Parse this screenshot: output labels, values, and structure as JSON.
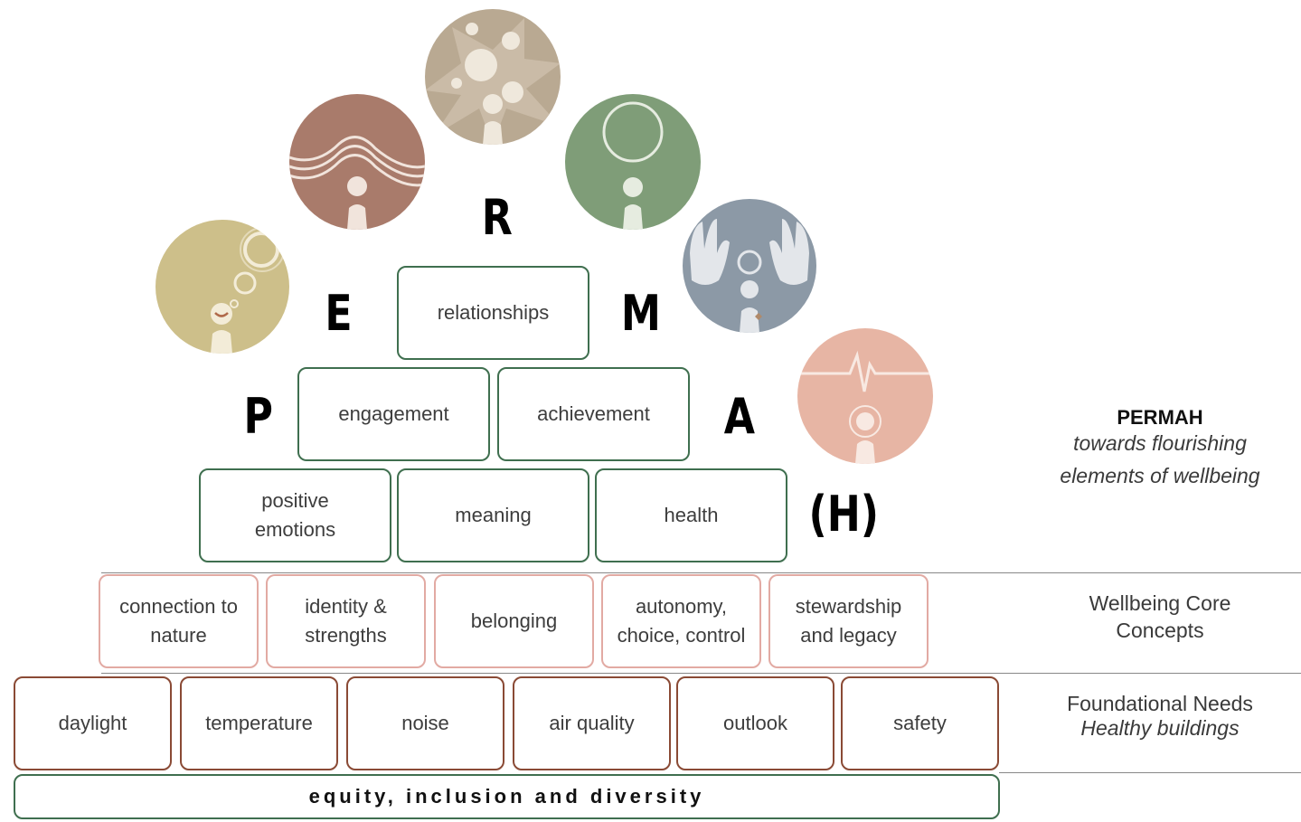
{
  "letters": {
    "p": "P",
    "e": "E",
    "r": "R",
    "m": "M",
    "a": "A",
    "h": "(H)"
  },
  "permah_boxes": {
    "relationships": "relationships",
    "engagement": "engagement",
    "achievement": "achievement",
    "positive_emotions": "positive emotions",
    "meaning": "meaning",
    "health": "health"
  },
  "core_concepts": [
    "connection to nature",
    "identity & strengths",
    "belonging",
    "autonomy, choice, control",
    "stewardship and legacy"
  ],
  "foundational_needs": [
    "daylight",
    "temperature",
    "noise",
    "air quality",
    "outlook",
    "safety"
  ],
  "base": "equity, inclusion and diversity",
  "side_labels": {
    "permah_title": "PERMAH",
    "permah_sub1": "towards flourishing",
    "permah_sub2": "elements of wellbeing",
    "core_line1": "Wellbeing Core",
    "core_line2": "Concepts",
    "found_line1": "Foundational Needs",
    "found_line2": "Healthy buildings"
  },
  "icons": {
    "p": "positive-emotions-icon",
    "e": "engagement-icon",
    "r": "relationships-icon",
    "m": "meaning-icon",
    "a": "achievement-icon",
    "h": "health-icon"
  },
  "colors": {
    "p": "#cdbf8a",
    "e": "#a97b6b",
    "r": "#b9a992",
    "m": "#7f9d78",
    "a": "#8c99a6",
    "h": "#e7b5a4",
    "permah_border": "#3f6f4f",
    "core_border": "#e2aaa3",
    "found_border": "#8a4a35"
  }
}
